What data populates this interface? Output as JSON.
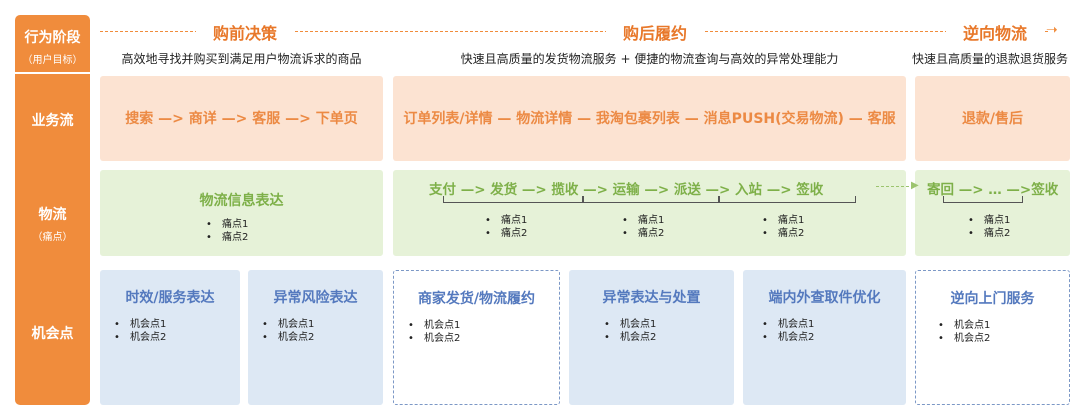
{
  "side": {
    "stage": "行为阶段",
    "stage_sub": "（用户目标）",
    "business": "业务流",
    "logistics": "物流",
    "logistics_sub": "（痛点）",
    "opportunity": "机会点"
  },
  "phases": [
    {
      "title": "购前决策",
      "desc": "高效地寻找并购买到满足用户物流诉求的商品"
    },
    {
      "title": "购后履约",
      "desc": "快速且高质量的发货物流服务 + 便捷的物流查询与高效的异常处理能力"
    },
    {
      "title": "逆向物流",
      "desc": "快速且高质量的退款退货服务"
    }
  ],
  "business": [
    "搜索 —> 商详 —> 客服 —> 下单页",
    "订单列表/详情 — 物流详情 — 我淘包裹列表 — 消息PUSH(交易物流) — 客服",
    "退款/售后"
  ],
  "logistics": {
    "left_title": "物流信息表达",
    "chain": "支付 —> 发货 —> 揽收 —> 运输 —> 派送 —> 入站 —> 签收",
    "reverse_chain": "寄回 —> … —>签收",
    "pain1": "痛点1",
    "pain2": "痛点2",
    "bullet": "•"
  },
  "opportunities": [
    {
      "title": "时效/服务表达",
      "items": [
        "机会点1",
        "机会点2"
      ]
    },
    {
      "title": "异常风险表达",
      "items": [
        "机会点1",
        "机会点2"
      ]
    },
    {
      "title": "商家发货/物流履约",
      "items": [
        "机会点1",
        "机会点2"
      ]
    },
    {
      "title": "异常表达与处置",
      "items": [
        "机会点1",
        "机会点2"
      ]
    },
    {
      "title": "端内外查取件优化",
      "items": [
        "机会点1",
        "机会点2"
      ]
    },
    {
      "title": "逆向上门服务",
      "items": [
        "机会点1",
        "机会点2"
      ]
    }
  ],
  "colors": {
    "orange": "#f08c3c",
    "business_bg": "#fce3d2",
    "logistics_bg": "#e6f2d8",
    "logistics_text": "#7eb049",
    "opportunity_bg": "#dde8f4",
    "opportunity_text": "#5479be"
  }
}
